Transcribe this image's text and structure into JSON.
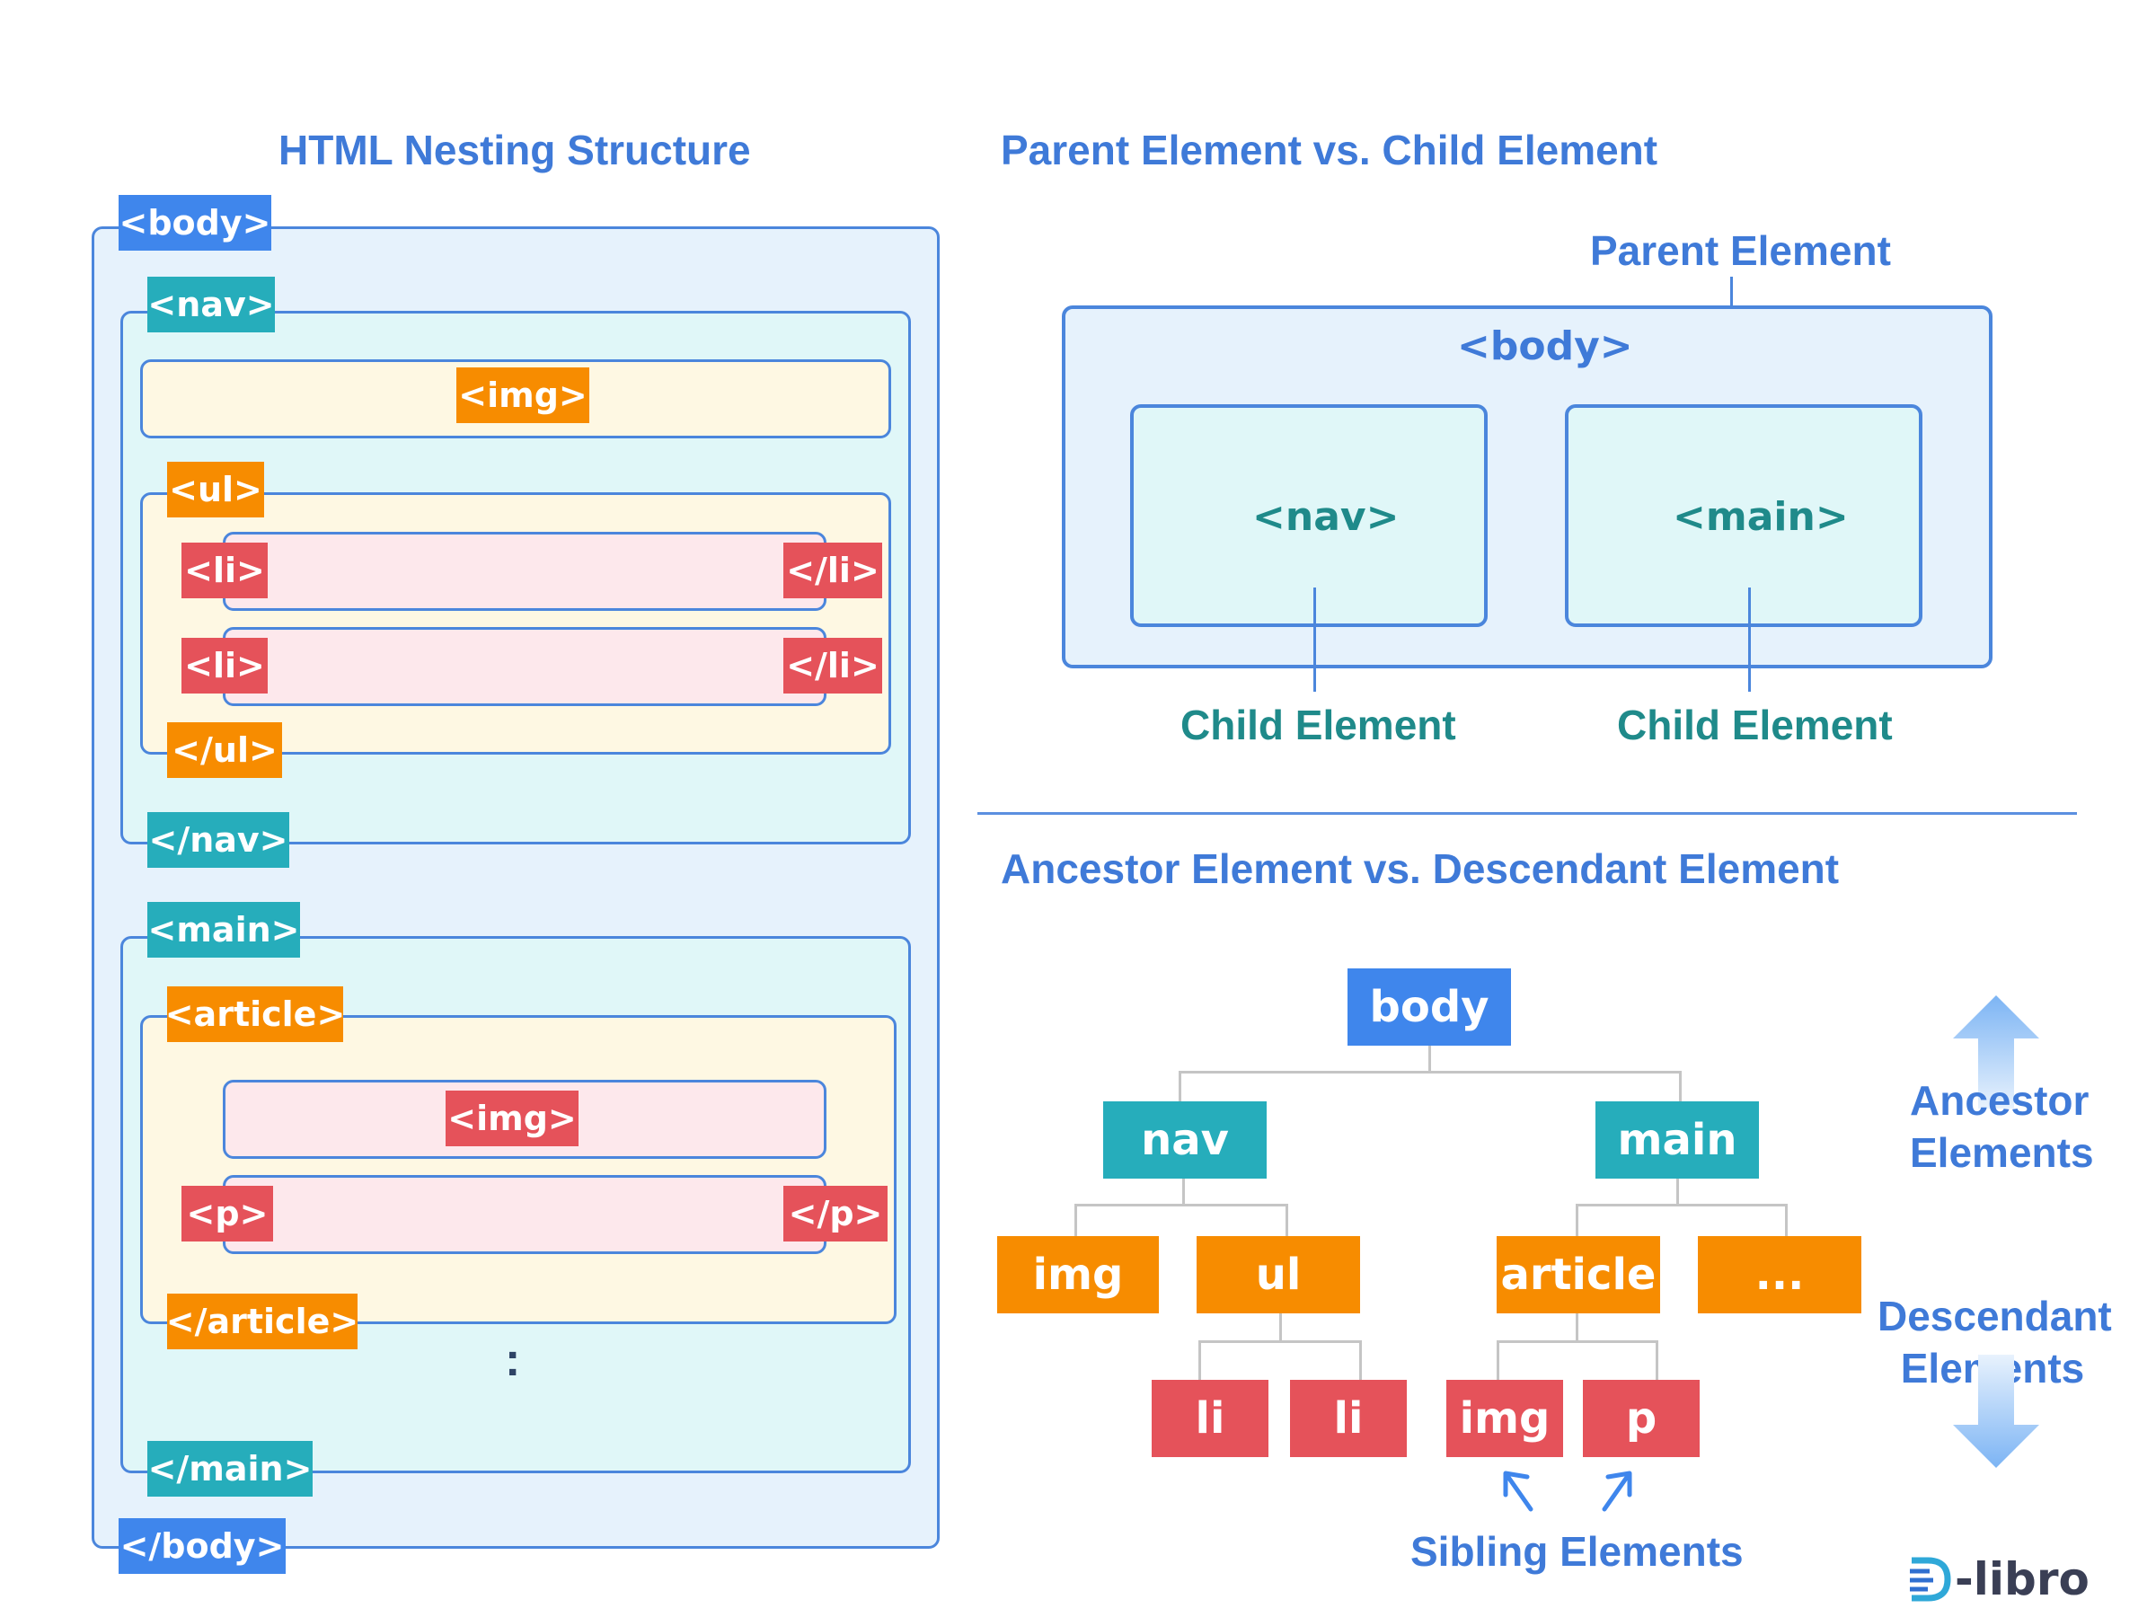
{
  "nesting": {
    "title": "HTML Nesting Structure",
    "tags": {
      "body_open": "<body>",
      "body_close": "</body>",
      "nav_open": "<nav>",
      "nav_close": "</nav>",
      "img": "<img>",
      "ul_open": "<ul>",
      "ul_close": "</ul>",
      "li_open": "<li>",
      "li_close": "</li>",
      "main_open": "<main>",
      "main_close": "</main>",
      "article_open": "<article>",
      "article_close": "</article>",
      "p_open": "<p>",
      "p_close": "</p>",
      "ellipsis": ":"
    }
  },
  "parent_child": {
    "title": "Parent Element vs. Child Element",
    "parent_label": "Parent Element",
    "child_label": "Child Element",
    "body": "<body>",
    "nav": "<nav>",
    "main": "<main>"
  },
  "ancestor": {
    "title": "Ancestor Element vs. Descendant Element",
    "nodes": {
      "body": "body",
      "nav": "nav",
      "main": "main",
      "img": "img",
      "ul": "ul",
      "article": "article",
      "more": "...",
      "li1": "li",
      "li2": "li",
      "img2": "img",
      "p": "p"
    },
    "ancestor_label": [
      "Ancestor",
      "Elements"
    ],
    "descendant_label": [
      "Descendant",
      "Elements"
    ],
    "sibling_label": "Sibling Elements"
  },
  "brand": {
    "logo_text": "-libro"
  },
  "colors": {
    "blue": "#3f86ec",
    "teal": "#26adbb",
    "orange": "#f78c00",
    "red": "#e5525a",
    "title_blue": "#3f7ad8",
    "label_teal": "#1f8a8a"
  }
}
